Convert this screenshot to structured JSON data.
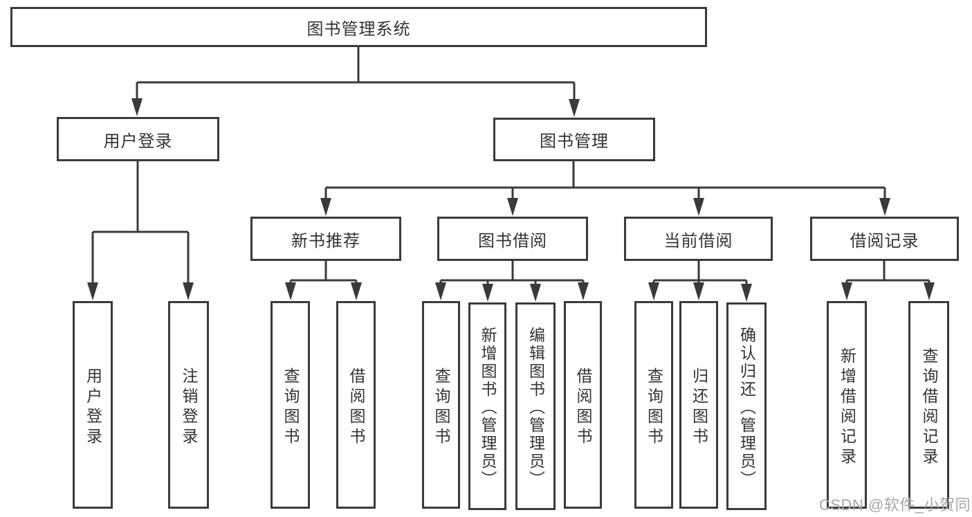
{
  "colors": {
    "line": "#3a3a3a",
    "text": "#333333",
    "watermark": "#a6a6a6"
  },
  "diagram": {
    "root": "图书管理系统",
    "level2": {
      "user_login": "用户登录",
      "book_mgmt": "图书管理"
    },
    "level3": {
      "new_books": "新书推荐",
      "book_borrow": "图书借阅",
      "current_borrow": "当前借阅",
      "borrow_records": "借阅记录"
    },
    "leaves": {
      "user_login": [
        "用户登录",
        "注销登录"
      ],
      "new_books": [
        "查询图书",
        "借阅图书"
      ],
      "book_borrow": [
        "查询图书",
        "新增图书（管理员）",
        "编辑图书（管理员）",
        "借阅图书"
      ],
      "current_borrow": [
        "查询图书",
        "归还图书",
        "确认归还（管理员）"
      ],
      "borrow_records": [
        "新增借阅记录",
        "查询借阅记录"
      ]
    }
  },
  "watermark": "CSDN @软件_小贺同学"
}
